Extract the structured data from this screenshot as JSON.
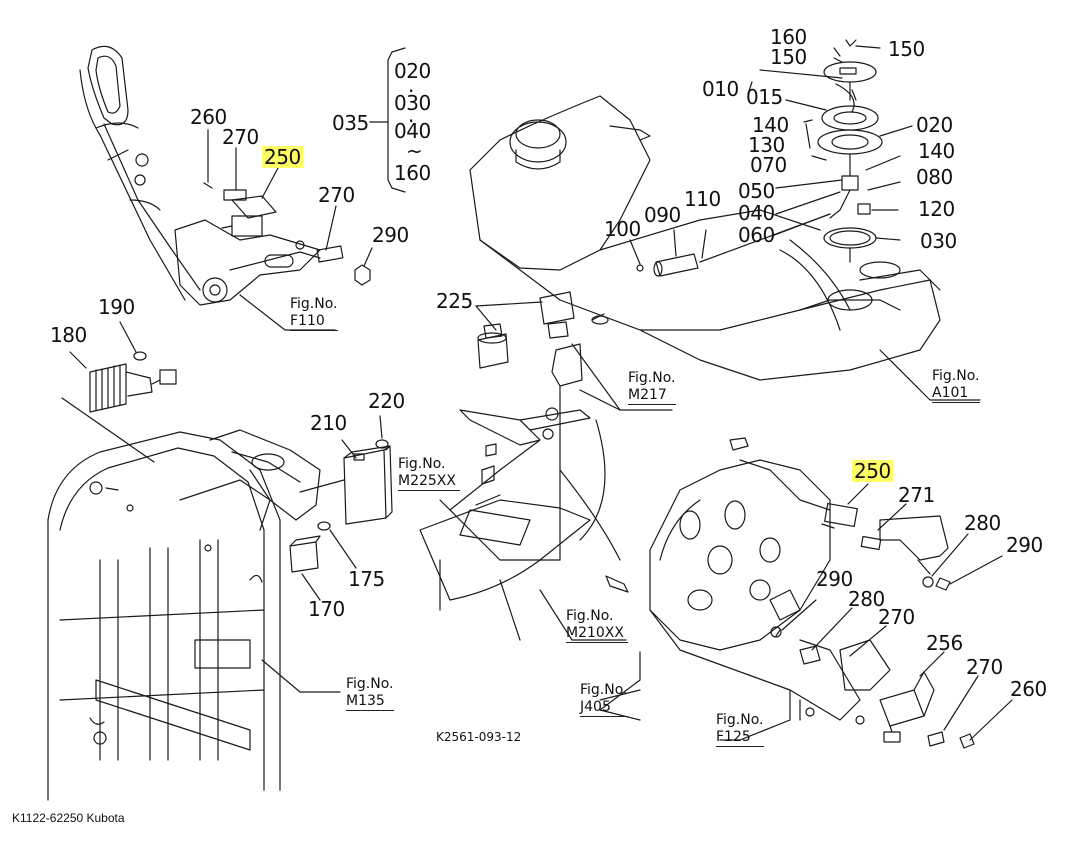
{
  "diagram": {
    "drawing_code": "K2561-093-12",
    "caption": "K1122-62250 Kubota",
    "highlight_color": "#ffff66",
    "highlighted_part": "250",
    "part_labels": {
      "p260_top": "260",
      "p270_top": "270",
      "p250_top": "250",
      "p270_mid": "270",
      "p290_top": "290",
      "p035": "035",
      "p020_list": "020",
      "p030_list": "030",
      "p040_list": "040",
      "p160_list": "160",
      "tilde": "~",
      "p190": "190",
      "p180": "180",
      "p225": "225",
      "p210": "210",
      "p220": "220",
      "p175": "175",
      "p170": "170",
      "p160_tank": "160",
      "p150_a": "150",
      "p150_b": "150",
      "p010": "010",
      "p015": "015",
      "p020_tank": "020",
      "p140_a": "140",
      "p130": "130",
      "p070": "070",
      "p140_b": "140",
      "p050": "050",
      "p080": "080",
      "p040_tank": "040",
      "p120": "120",
      "p060": "060",
      "p030_tank": "030",
      "p090": "090",
      "p110": "110",
      "p100": "100",
      "p250_right": "250",
      "p271": "271",
      "p280_a": "280",
      "p290_a": "290",
      "p290_b": "290",
      "p280_b": "280",
      "p270_r1": "270",
      "p256": "256",
      "p270_r2": "270",
      "p260_r": "260"
    },
    "fig_refs": {
      "f110": {
        "label": "Fig.No.",
        "number": "F110"
      },
      "m217": {
        "label": "Fig.No.",
        "number": "M217"
      },
      "a101": {
        "label": "Fig.No.",
        "number": "A101"
      },
      "m225": {
        "label": "Fig.No.",
        "number": "M225XX"
      },
      "m210": {
        "label": "Fig.No.",
        "number": "M210XX"
      },
      "m135": {
        "label": "Fig.No.",
        "number": "M135"
      },
      "j405": {
        "label": "Fig.No.",
        "number": "J405"
      },
      "f125": {
        "label": "Fig.No.",
        "number": "F125"
      }
    }
  }
}
